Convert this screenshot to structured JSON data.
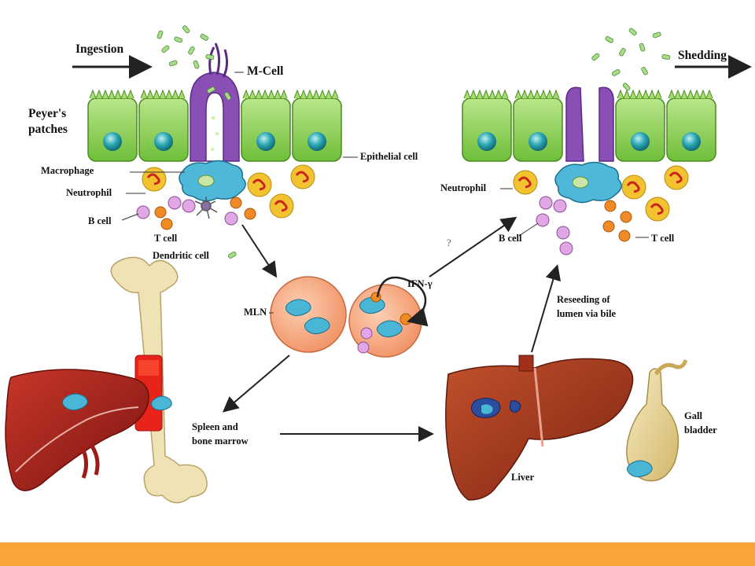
{
  "labels": {
    "ingestion": "Ingestion",
    "m_cell": "M-Cell",
    "shedding": "Shedding",
    "peyers_line1": "Peyer's",
    "peyers_line2": "patches",
    "epithelial_cell": "Epithelial cell",
    "macrophage": "Macrophage",
    "neutrophil_left": "Neutrophil",
    "b_cell_left": "B cell",
    "t_cell_left": "T cell",
    "dendritic_cell": "Dendritic cell",
    "neutrophil_right": "Neutrophil",
    "b_cell_right": "B cell",
    "t_cell_right": "T cell",
    "question_mark": "?",
    "ifn_gamma": "IFN-γ",
    "mln": "MLN",
    "reseeding_line1": "Reseeding of",
    "reseeding_line2": "lumen via bile",
    "spleen_line1": "Spleen and",
    "spleen_line2": "bone marrow",
    "liver": "Liver",
    "gall_line1": "Gall",
    "gall_line2": "bladder"
  },
  "colors": {
    "epithelium": "#8fd14f",
    "epithelium_dark": "#5a9a2a",
    "nucleus": "#1f9aa6",
    "m_cell": "#8a4fb5",
    "macrophage": "#49b6d6",
    "neutrophil": "#f2c230",
    "b_cell": "#d99be0",
    "t_cell": "#f08a24",
    "bacteria": "#9fd88a",
    "mln": "#f5a37b",
    "liver": "#a83a1e",
    "spleen": "#b3261e",
    "bone": "#efe2b4",
    "gall": "#e9d79a",
    "footer": "#f7a536"
  }
}
